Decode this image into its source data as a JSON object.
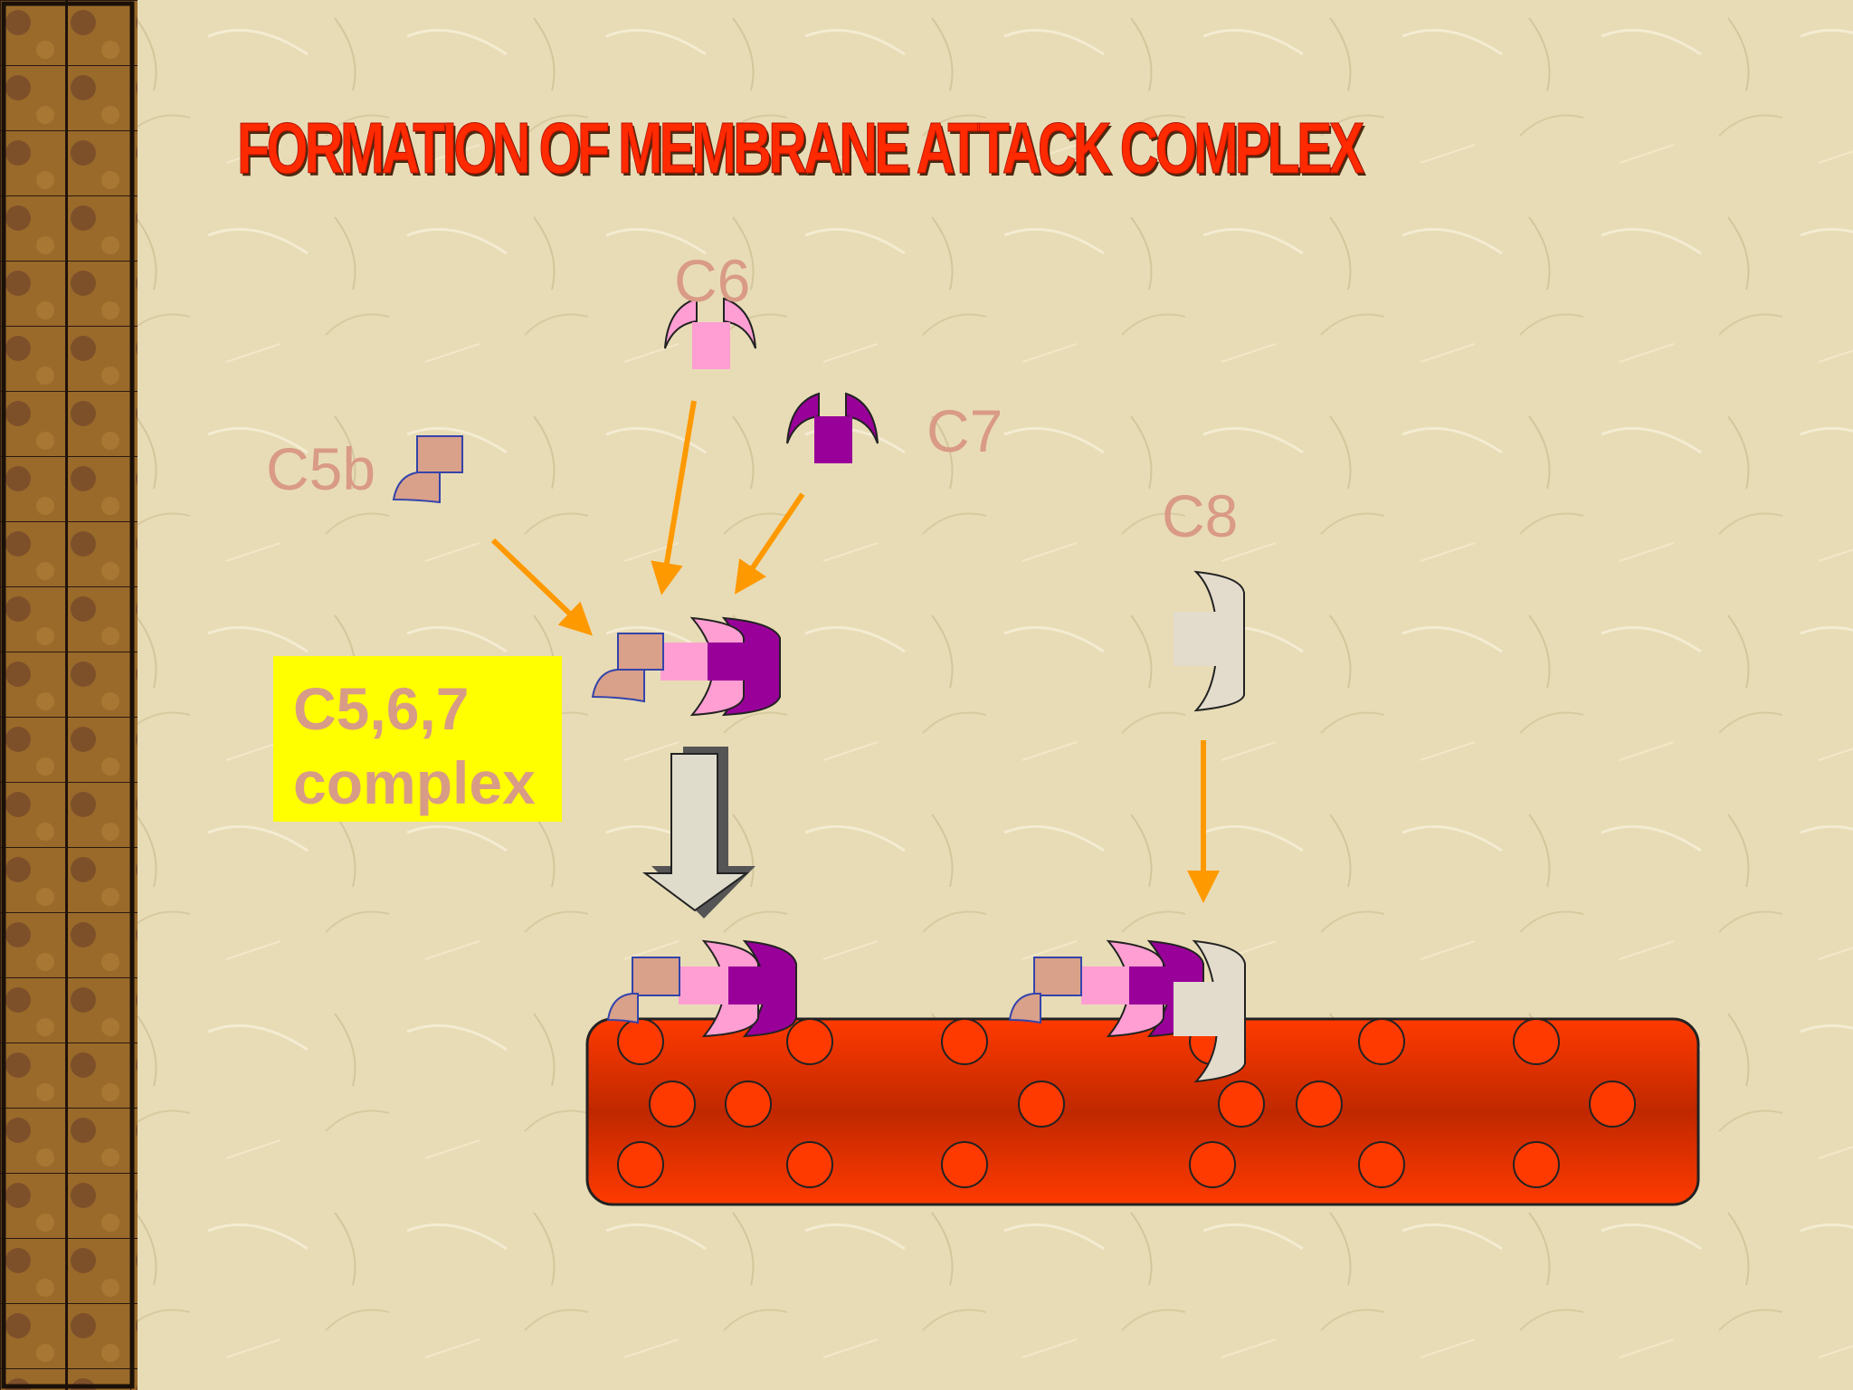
{
  "title": "FORMATION OF MEMBRANE ATTACK COMPLEX",
  "labels": {
    "c6": "C6",
    "c7": "C7",
    "c5b": "C5b",
    "c8": "C8",
    "complex_line1": "C5,6,7",
    "complex_line2": "complex"
  },
  "colors": {
    "background": "#e8dcb6",
    "title": "#ff2a00",
    "label": "#d99a86",
    "highlight_box": "#ffff00",
    "arrow": "#ff9900",
    "membrane": "#ff3300",
    "c5b_component": "#d9a08a",
    "c6_component": "#ff9ed2",
    "c7_component": "#990099",
    "c8_component": "#e3dccd"
  }
}
